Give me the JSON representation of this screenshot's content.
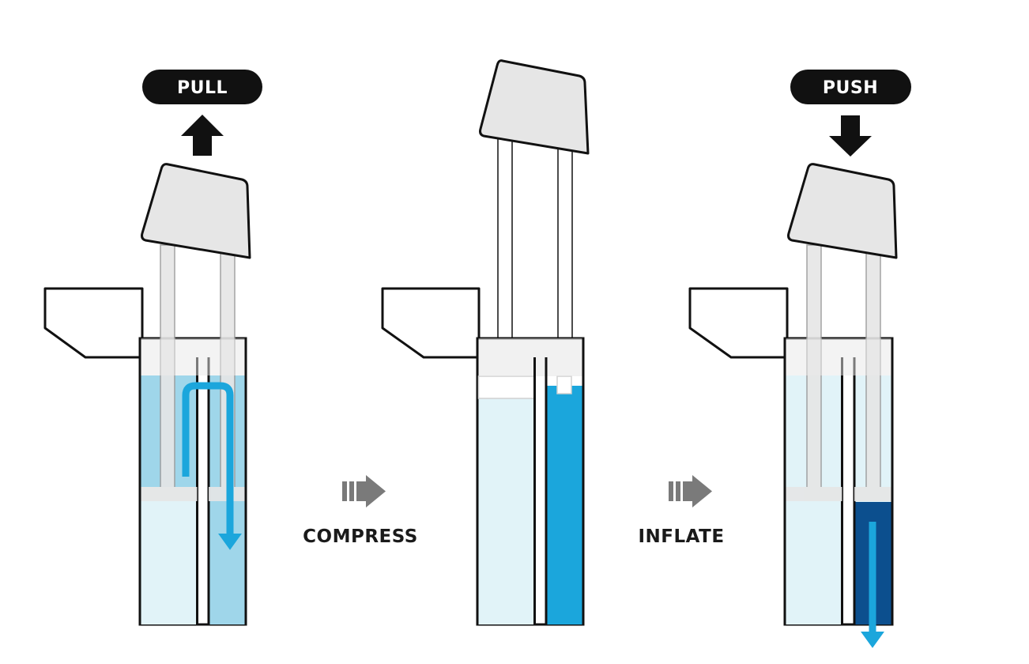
{
  "labels": {
    "pull": "PULL",
    "push": "PUSH",
    "compress": "COMPRESS",
    "inflate": "INFLATE"
  },
  "colors": {
    "outline": "#111111",
    "handle": "#e6e6e6",
    "body": "#ffffff",
    "air_light": "#e1f3f8",
    "air_pull": "#9fd6ea",
    "air_compressed": "#1ba6dc",
    "air_push_out": "#0c4f8e",
    "flow_arrow": "#1ba6dc",
    "step_arrow": "#7a7a7a"
  },
  "icons": {
    "pull_arrow": "arrow-up-icon",
    "push_arrow": "arrow-down-icon",
    "step_arrow": "step-arrow-right-icon",
    "flow_arrow": "flow-arrow-icon"
  }
}
